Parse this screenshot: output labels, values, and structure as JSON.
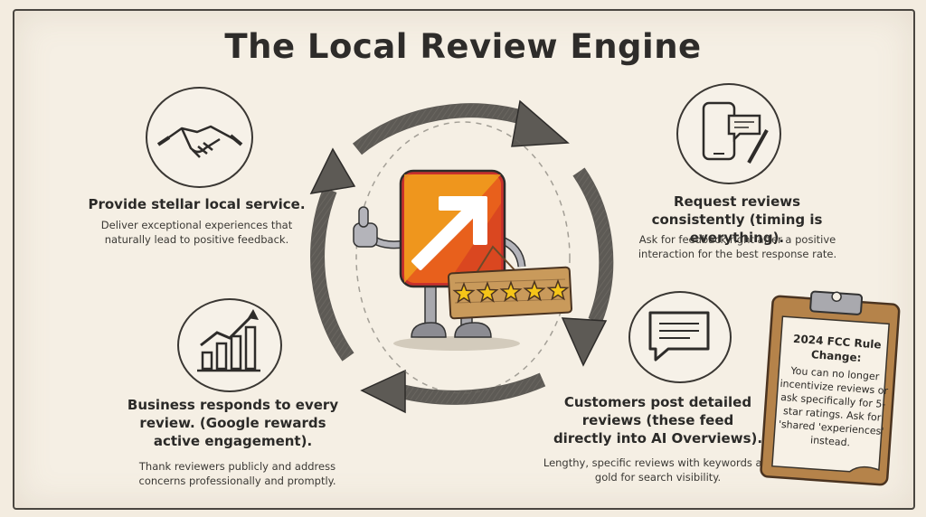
{
  "title": "The Local Review Engine",
  "steps": [
    {
      "title": "Provide stellar local service.",
      "description": "Deliver exceptional experiences that naturally lead to positive feedback.",
      "icon": "handshake-icon"
    },
    {
      "title": "Request reviews consistently (timing is everything).",
      "description": "Ask for feedback right after a positive interaction for the best response rate.",
      "icon": "phone-message-icon"
    },
    {
      "title": "Customers post detailed reviews (these feed directly into AI Overviews).",
      "description": "Lengthy, specific reviews with keywords are gold for search visibility.",
      "icon": "speech-bubble-icon"
    },
    {
      "title": "Business responds to every review. (Google rewards active engagement).",
      "description": "Thank reviewers publicly and address concerns professionally and promptly.",
      "icon": "growth-chart-icon"
    }
  ],
  "note": {
    "title": "2024 FCC Rule Change:",
    "body": "You can no longer incentivize reviews or ask specifically for 5-star ratings. Ask for 'shared 'experiences' instead."
  },
  "mascot": {
    "icon": "arrow-logo-icon",
    "rating_stars": 5
  },
  "colors": {
    "background": "#f3ece0",
    "ink": "#2b2a28",
    "logo_orange": "#e8601c",
    "logo_red": "#c9302c",
    "logo_yellow": "#f2a81d",
    "star": "#f5c518",
    "wood": "#c99a5b",
    "clipboard": "#b5834a"
  }
}
